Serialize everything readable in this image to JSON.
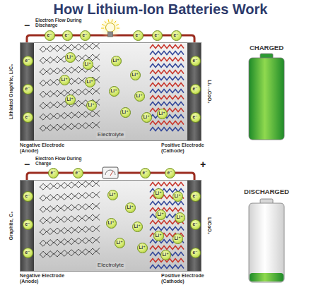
{
  "diagram": {
    "title": "How Lithium-Ion Batteries Work",
    "nodes": [
      {
        "text": [
          "Electrolyte"
        ]
      },
      {
        "text": [
          "e⁻"
        ],
        "in": 0
      },
      {
        "text": [
          "e⁻"
        ],
        "in": 0
      },
      {
        "text": [
          "e⁻"
        ],
        "in": 0
      },
      {
        "text": [
          "Li⁺"
        ],
        "in": 0
      },
      {
        "text": [
          "Li⁺"
        ],
        "in": 0
      },
      {
        "text": [
          "Li⁺"
        ],
        "in": 0
      },
      {
        "text": [
          "Li⁺"
        ],
        "in": 0
      },
      {
        "text": [
          "Li⁺"
        ],
        "in": 0
      },
      {
        "text": [
          "Li⁺"
        ],
        "in": 0
      },
      {
        "text": [
          "Li⁺"
        ],
        "in": 0
      },
      {
        "text": [
          "Li⁺"
        ],
        "in": 0
      },
      {
        "text": [
          "Li⁺"
        ],
        "in": 0
      },
      {
        "text": [
          "Li⁺"
        ],
        "in": 0
      },
      {
        "text": [
          "Li⁺"
        ],
        "in": 0
      },
      {
        "text": [
          "Li⁺"
        ],
        "in": 0
      },
      {
        "text": [
          "Li⁺"
        ],
        "in": 0
      },
      {
        "text": [
          "e⁻"
        ],
        "in": 0
      },
      {
        "text": [
          "e⁻"
        ],
        "in": 0
      },
      {
        "text": [
          "e⁻"
        ],
        "in": 0
      },
      {
        "text": [
          "e⁻"
        ]
      },
      {
        "text": [
          "e⁻"
        ]
      },
      {
        "text": [
          "e⁻"
        ]
      },
      {
        "text": [
          "e⁻"
        ]
      },
      {
        "text": [
          "e⁻"
        ]
      },
      {
        "text": [
          "e⁻"
        ]
      },
      {
        "text": [
          "Electrolyte"
        ]
      },
      {
        "text": [
          "e⁻"
        ],
        "in": 26
      },
      {
        "text": [
          "e⁻"
        ],
        "in": 26
      },
      {
        "text": [
          "e⁻"
        ],
        "in": 26
      },
      {
        "text": [
          "Li⁺"
        ],
        "in": 26
      },
      {
        "text": [
          "Li⁺"
        ],
        "in": 26
      },
      {
        "text": [
          "Li⁺"
        ],
        "in": 26
      },
      {
        "text": [
          "Li⁺"
        ],
        "in": 26
      },
      {
        "text": [
          "Li⁺"
        ],
        "in": 26
      },
      {
        "text": [
          "Li⁺"
        ],
        "in": 26
      },
      {
        "text": [
          "Li⁺"
        ],
        "in": 26
      },
      {
        "text": [
          "Li⁺"
        ],
        "in": 26
      },
      {
        "text": [
          "Li⁺"
        ],
        "in": 26
      },
      {
        "text": [
          "Li⁺"
        ],
        "in": 26
      },
      {
        "text": [
          "Li⁺"
        ],
        "in": 26
      },
      {
        "text": [
          "Li⁺"
        ],
        "in": 26
      },
      {
        "text": [
          "Li⁺"
        ],
        "in": 26
      },
      {
        "text": [
          "e⁻"
        ],
        "in": 26
      },
      {
        "text": [
          "e⁻"
        ],
        "in": 26
      },
      {
        "text": [
          "e⁻"
        ],
        "in": 26
      },
      {
        "text": [
          "e⁻"
        ]
      },
      {
        "text": [
          "e⁻"
        ]
      },
      {
        "text": [
          "e⁻"
        ]
      },
      {
        "text": [
          "e⁻"
        ]
      }
    ],
    "labels": [
      "Electron Flow During Discharge",
      "−",
      "Lithiated Graphite, LiC₆",
      "Li₁₋ₓCoO₂",
      "Negative Electrode (Anode)",
      "Positive Electrode (Cathode)",
      "CHARGED",
      "Electron Flow During Charge",
      "−",
      "+",
      "Graphite, C₆",
      "LiCoO₂",
      "Negative Electrode (Anode)",
      "Positive Electrode (Cathode)",
      "DISCHARGED"
    ]
  }
}
